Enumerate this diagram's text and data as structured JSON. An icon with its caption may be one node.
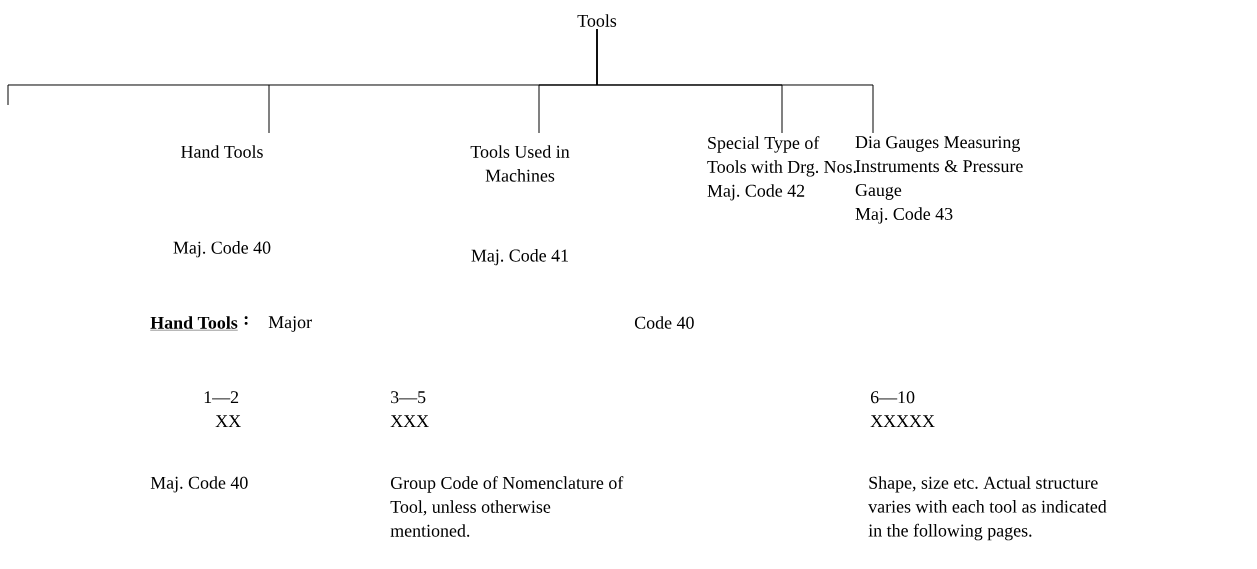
{
  "diagram": {
    "nodes": [
      {
        "text": [
          "Tools"
        ]
      },
      {
        "text": [
          "Hand Tools",
          "Maj. Code 40"
        ]
      },
      {
        "text": [
          "Tools Used in Machines",
          "Maj. Code 41"
        ]
      },
      {
        "text": [
          "Special Type of Tools with Drg. Nos.",
          "Maj. Code 42"
        ]
      },
      {
        "text": [
          "Dia Gauges Measuring Instruments & Pressure Gauge",
          "Maj. Code 43"
        ]
      }
    ],
    "edges": [
      {
        "from": 0,
        "to": 1,
        "arrow": "none"
      },
      {
        "from": 0,
        "to": 2,
        "arrow": "none"
      },
      {
        "from": 0,
        "to": 3,
        "arrow": "none"
      },
      {
        "from": 0,
        "to": 4,
        "arrow": "none"
      }
    ],
    "labels": [
      "Hand Tools",
      ":",
      "Major",
      "Code 40",
      "1—2",
      "XX",
      "3—5",
      "XXX",
      "6—10",
      "XXXXX",
      "Maj. Code 40",
      "Group Code of Nomenclature of Tool, unless otherwise mentioned.",
      "Shape, size etc. Actual structure varies with each tool as indicated in the following pages."
    ]
  }
}
